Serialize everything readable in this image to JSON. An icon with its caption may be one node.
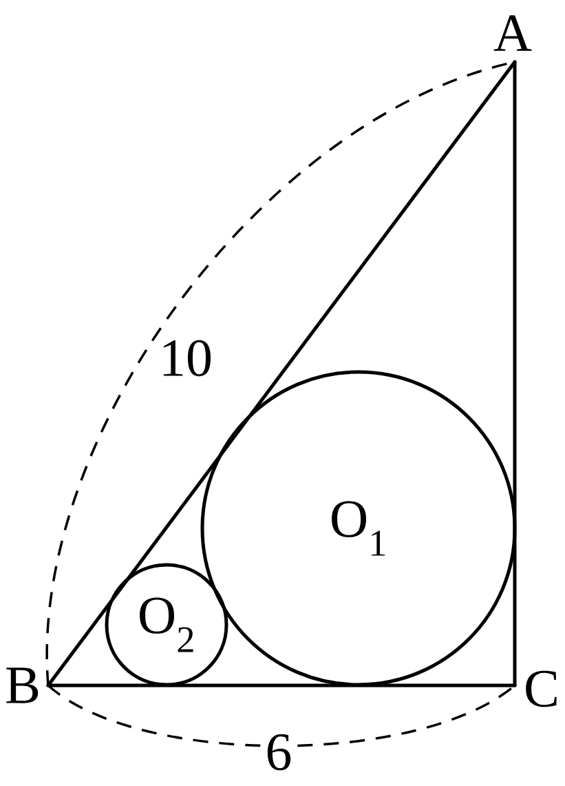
{
  "diagram": {
    "nodes": [
      {
        "text": [
          "A"
        ]
      },
      {
        "text": [
          "B"
        ]
      },
      {
        "text": [
          "C"
        ]
      },
      {
        "text": [
          "O$_{1}$"
        ]
      },
      {
        "text": [
          "O$_{2}$"
        ]
      }
    ],
    "edges": [
      {
        "from": 0,
        "to": 1,
        "arrow": "none"
      },
      {
        "from": 1,
        "to": 2,
        "arrow": "none"
      },
      {
        "from": 2,
        "to": 0,
        "arrow": "none"
      }
    ],
    "labels": [
      "10",
      "6"
    ]
  }
}
